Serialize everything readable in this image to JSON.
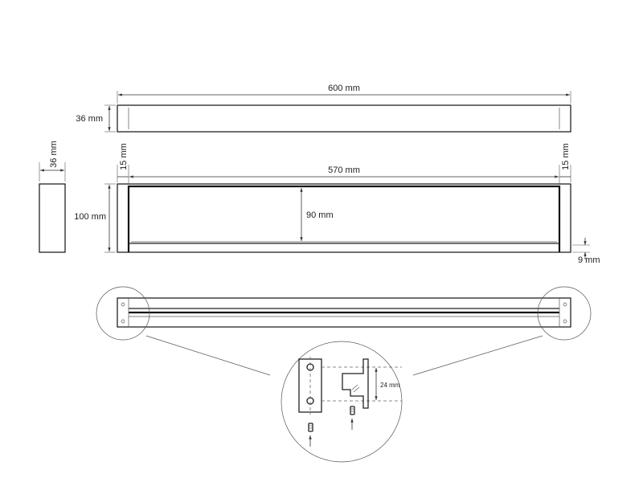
{
  "dimensions": {
    "overall_length": "600 mm",
    "depth": "36 mm",
    "side_depth": "36 mm",
    "inner_length": "570 mm",
    "end_left": "15 mm",
    "end_right": "15 mm",
    "height": "100 mm",
    "inner_height": "90 mm",
    "bottom_offset": "9 mm",
    "bracket_height": "24 mm"
  },
  "colors": {
    "line": "#222222",
    "background": "#ffffff"
  }
}
